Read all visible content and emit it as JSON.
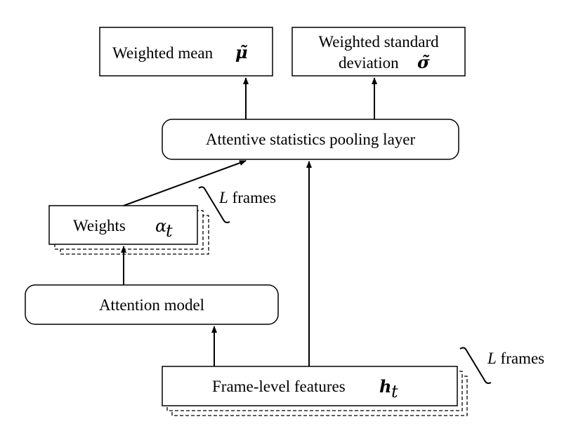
{
  "nodes": {
    "weighted_mean": {
      "label": "Weighted mean",
      "symbol": "μ̃"
    },
    "weighted_std": {
      "label_line1": "Weighted standard",
      "label_line2": "deviation",
      "symbol": "σ̃"
    },
    "pooling": {
      "label": "Attentive statistics pooling layer"
    },
    "weights": {
      "label": "Weights",
      "symbol": "α",
      "subscript": "t"
    },
    "attention": {
      "label": "Attention model"
    },
    "features": {
      "label": "Frame-level features",
      "symbol": "h",
      "subscript": "t"
    }
  },
  "annotations": {
    "weights_frames": {
      "var": "L",
      "text": " frames"
    },
    "features_frames": {
      "var": "L",
      "text": " frames"
    }
  },
  "edges": [
    {
      "from": "features",
      "to": "attention"
    },
    {
      "from": "attention",
      "to": "weights"
    },
    {
      "from": "weights",
      "to": "pooling"
    },
    {
      "from": "features",
      "to": "pooling"
    },
    {
      "from": "pooling",
      "to": "weighted_mean"
    },
    {
      "from": "pooling",
      "to": "weighted_std"
    }
  ]
}
